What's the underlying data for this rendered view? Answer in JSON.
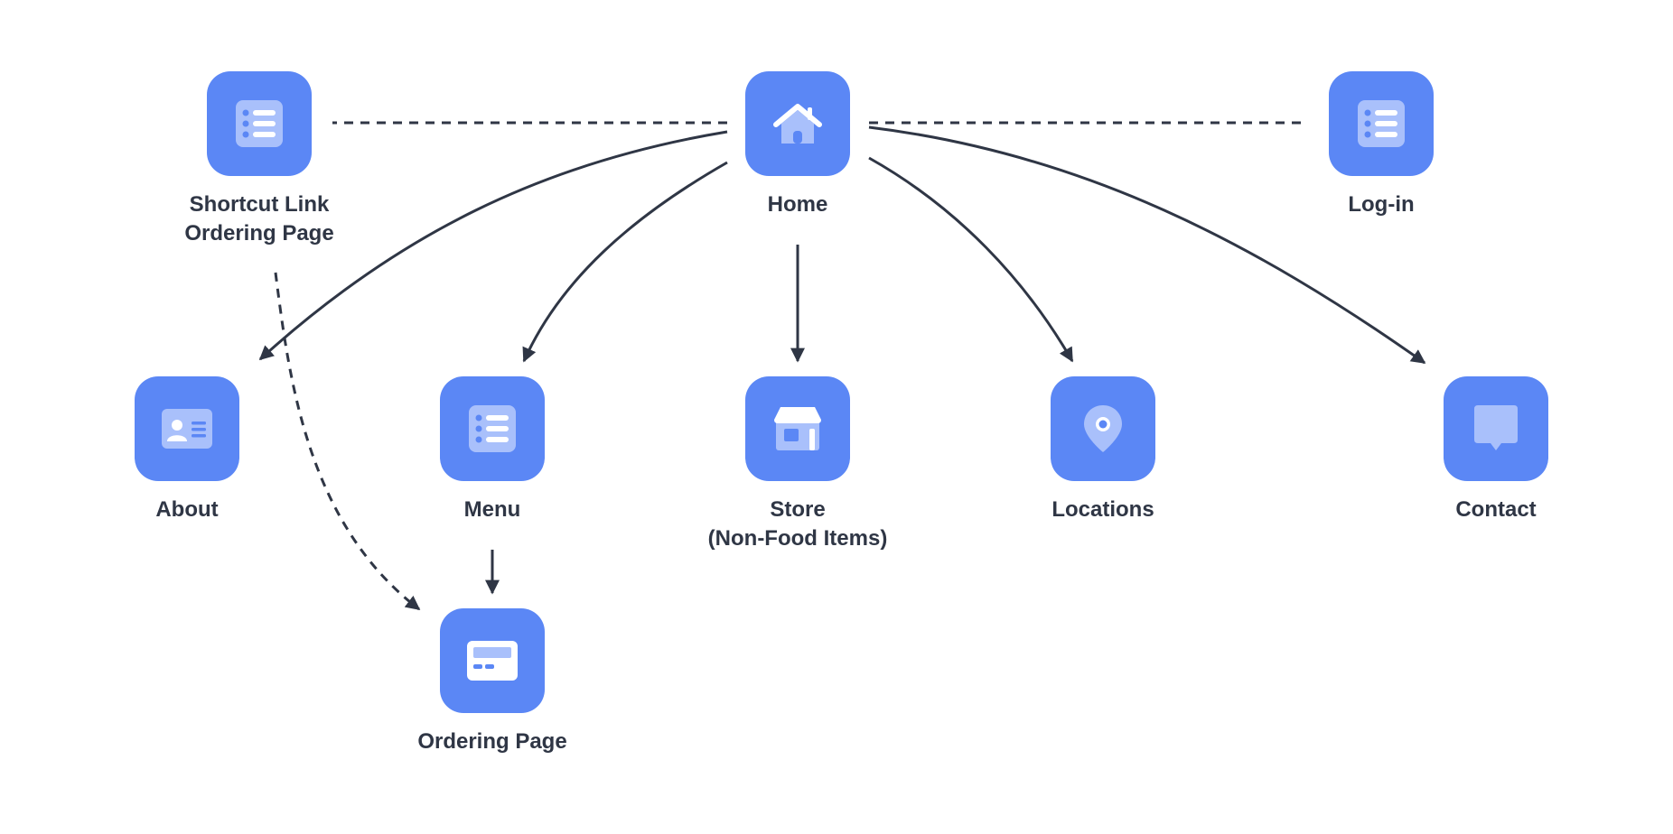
{
  "colors": {
    "tile": "#5b87f5",
    "icon_light": "#a9c0fb",
    "icon_white": "#ffffff",
    "text": "#2f3645",
    "edge": "#2f3645",
    "background": "#ffffff"
  },
  "nodes": {
    "shortcut": {
      "line1": "Shortcut Link",
      "line2": "Ordering Page",
      "icon": "list-icon"
    },
    "home": {
      "line1": "Home",
      "icon": "house-icon"
    },
    "login": {
      "line1": "Log-in",
      "icon": "list-icon"
    },
    "about": {
      "line1": "About",
      "icon": "id-card-icon"
    },
    "menu": {
      "line1": "Menu",
      "icon": "list-icon"
    },
    "store": {
      "line1": "Store",
      "line2": "(Non-Food Items)",
      "icon": "storefront-icon"
    },
    "locations": {
      "line1": "Locations",
      "icon": "location-pin-icon"
    },
    "contact": {
      "line1": "Contact",
      "icon": "chat-bubble-icon"
    },
    "ordering": {
      "line1": "Ordering Page",
      "icon": "card-icon"
    }
  },
  "edges": [
    {
      "from": "home",
      "to": "shortcut",
      "style": "dashed",
      "arrow": false
    },
    {
      "from": "home",
      "to": "login",
      "style": "dashed",
      "arrow": false
    },
    {
      "from": "home",
      "to": "about",
      "style": "solid",
      "arrow": true
    },
    {
      "from": "home",
      "to": "menu",
      "style": "solid",
      "arrow": true
    },
    {
      "from": "home",
      "to": "store",
      "style": "solid",
      "arrow": true
    },
    {
      "from": "home",
      "to": "locations",
      "style": "solid",
      "arrow": true
    },
    {
      "from": "home",
      "to": "contact",
      "style": "solid",
      "arrow": true
    },
    {
      "from": "menu",
      "to": "ordering",
      "style": "solid",
      "arrow": true
    },
    {
      "from": "shortcut",
      "to": "ordering",
      "style": "dashed",
      "arrow": true
    }
  ]
}
